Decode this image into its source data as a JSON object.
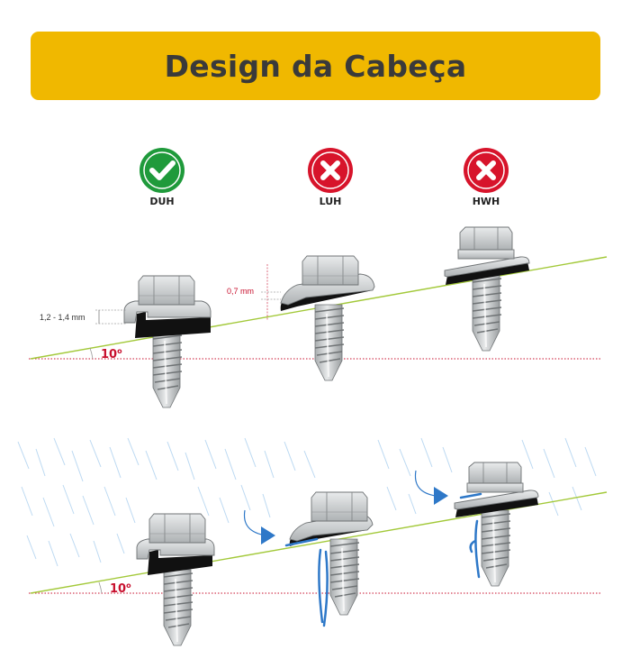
{
  "banner": {
    "title": "Design da Cabeça"
  },
  "badges": [
    {
      "label": "DUH",
      "status": "correct",
      "color": "#1f9a3b",
      "icon": "check-icon"
    },
    {
      "label": "LUH",
      "status": "incorrect",
      "color": "#d7142b",
      "icon": "x-icon"
    },
    {
      "label": "HWH",
      "status": "incorrect",
      "color": "#d7142b",
      "icon": "x-icon"
    }
  ],
  "annotations": {
    "washer_height": "1,2 - 1,4 mm",
    "lip_gap": "0,7 mm",
    "angle_top": "10",
    "angle_bottom": "10",
    "degree_mark": "o"
  },
  "colors": {
    "roof_line": "#a3c93a",
    "angle_line": "#c8102e",
    "water": "#2e78c8",
    "rain": "#bcd9f2",
    "metal": "#c9cccd",
    "seal": "#111111"
  }
}
